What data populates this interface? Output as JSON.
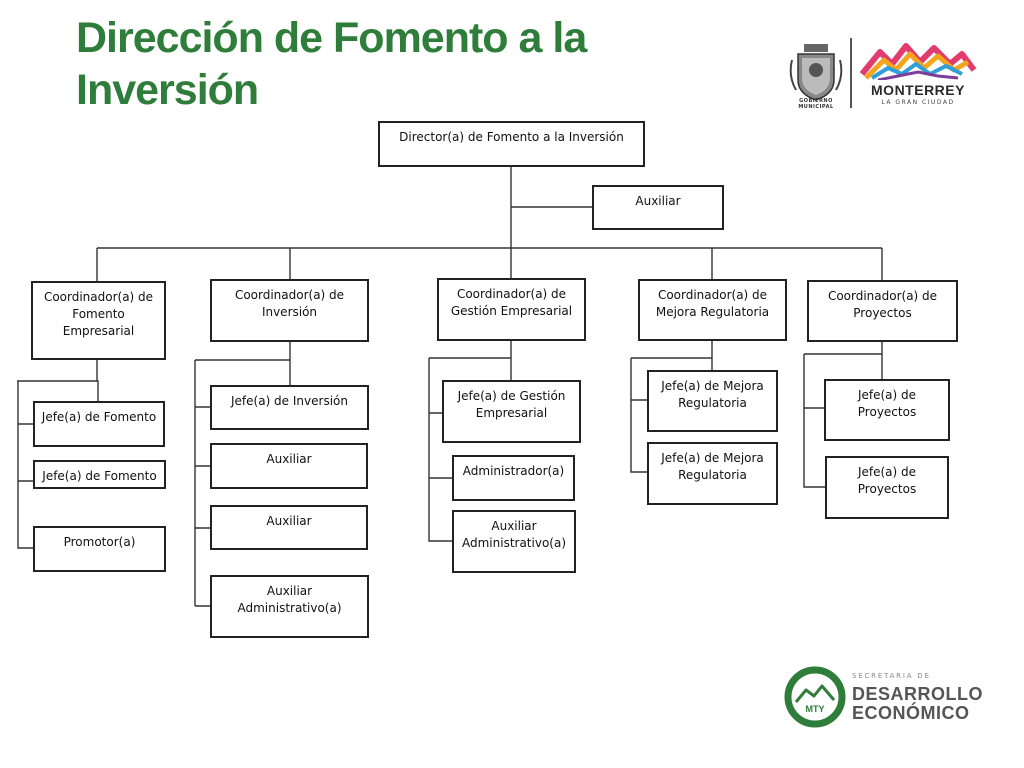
{
  "header": {
    "title_line1": "Dirección de Fomento a la",
    "title_line2": "Inversión",
    "title_color": "#2e7d3a"
  },
  "logos": {
    "municipal_caption": "GOBIERNO MUNICIPAL",
    "city_name": "MONTERREY",
    "city_tagline": "LA GRAN CIUDAD",
    "secretaria_small": "SECRETARIA DE",
    "secretaria_line1": "DESARROLLO",
    "secretaria_line2": "ECONÓMICO",
    "badge_text": "MTY",
    "badge_color": "#2e7d3a"
  },
  "org": {
    "director": "Director(a) de Fomento a la Inversión",
    "auxiliar": "Auxiliar",
    "coord_fomento": "Coordinador(a) de\nFomento\nEmpresarial",
    "coord_inversion": "Coordinador(a) de\nInversión",
    "coord_gestion": "Coordinador(a) de\nGestión Empresarial",
    "coord_mejora": "Coordinador(a) de\nMejora Regulatoria",
    "coord_proyectos": "Coordinador(a) de\nProyectos",
    "fomento_jefe1": "Jefe(a) de Fomento",
    "fomento_jefe2": "Jefe(a) de Fomento",
    "fomento_promotor": "Promotor(a)",
    "inversion_jefe": "Jefe(a) de Inversión",
    "inversion_aux1": "Auxiliar",
    "inversion_aux2": "Auxiliar",
    "inversion_auxadm": "Auxiliar\nAdministrativo(a)",
    "gestion_jefe": "Jefe(a) de Gestión\nEmpresarial",
    "gestion_admin": "Administrador(a)",
    "gestion_auxadm": "Auxiliar\nAdministrativo(a)",
    "mejora_jefe1": "Jefe(a) de Mejora\nRegulatoria",
    "mejora_jefe2": "Jefe(a) de Mejora\nRegulatoria",
    "proyectos_jefe1": "Jefe(a) de\nProyectos",
    "proyectos_jefe2": "Jefe(a) de\nProyectos"
  }
}
